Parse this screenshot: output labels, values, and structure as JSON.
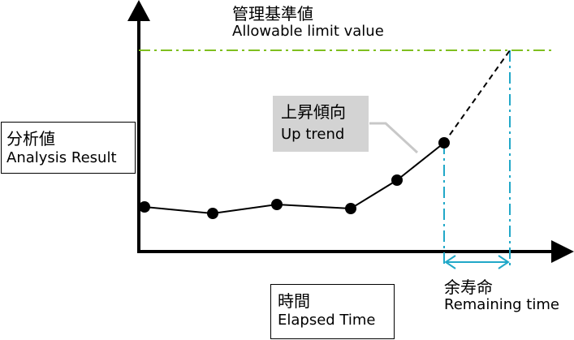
{
  "limit": {
    "jp": "管理基準値",
    "en": "Allowable limit value"
  },
  "trend": {
    "jp": "上昇傾向",
    "en": "Up trend"
  },
  "y_axis": {
    "jp": "分析値",
    "en": "Analysis Result"
  },
  "x_axis": {
    "jp": "時間",
    "en": "Elapsed Time"
  },
  "remaining": {
    "jp": "余寿命",
    "en": "Remaining time"
  },
  "colors": {
    "axis": "#000000",
    "limit_line": "#7fbf1f",
    "remaining_line": "#21a8c8",
    "trend_box": "#d3d3d3",
    "leader": "#c8c8c8"
  },
  "icons": [
    "y-axis-arrow-icon",
    "x-axis-arrow-icon",
    "double-arrow-icon"
  ]
}
